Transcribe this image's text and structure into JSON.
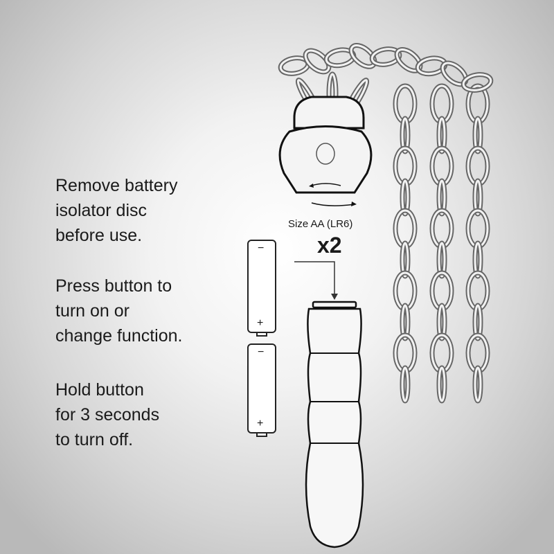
{
  "instructions": [
    {
      "lines": [
        "Remove battery",
        "isolator disc",
        "before use."
      ]
    },
    {
      "lines": [
        "Press button to",
        "turn on or",
        "change function."
      ]
    },
    {
      "lines": [
        "Hold button",
        "for 3 seconds",
        "to turn off."
      ]
    }
  ],
  "battery": {
    "size_label": "Size AA (LR6)",
    "quantity": "x2",
    "minus": "−",
    "plus": "+"
  }
}
